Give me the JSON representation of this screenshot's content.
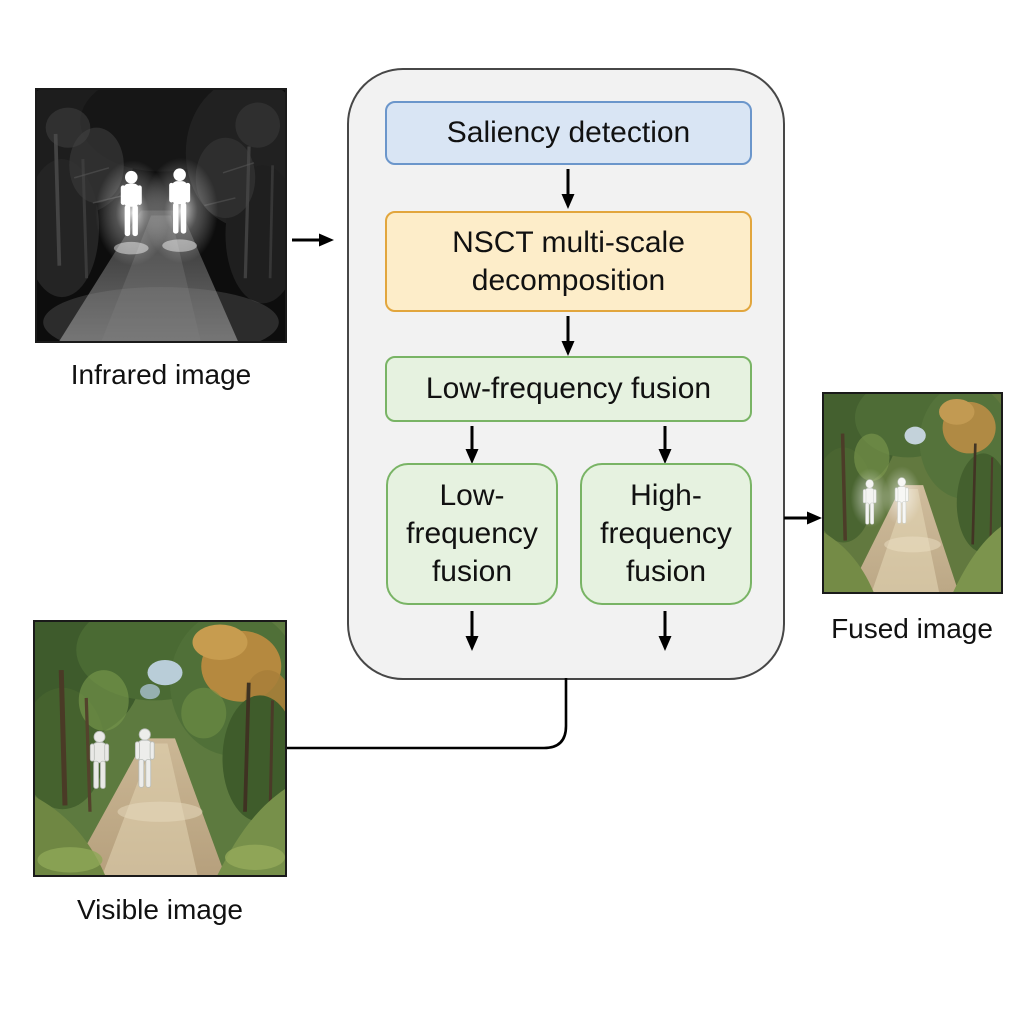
{
  "pipeline": {
    "boxes": {
      "saliency": "Saliency detection",
      "nsct": "NSCT multi-scale\ndecomposition",
      "lowfreq_wide": "Low-frequency fusion",
      "lowfreq_small": "Low-\nfrequency\nfusion",
      "highfreq_small": "High-\nfrequency\nfusion"
    }
  },
  "captions": {
    "infrared": "Infrared image",
    "visible": "Visible image",
    "fused": "Fused image"
  },
  "colors": {
    "saliency_fill": "#d9e5f4",
    "saliency_border": "#6b96cb",
    "nsct_fill": "#fdedc9",
    "nsct_border": "#e2a63d",
    "green_fill": "#e6f2e0",
    "green_border": "#79b465",
    "container_fill": "#f2f2f2",
    "container_border": "#474747",
    "arrow": "#000000",
    "text": "#111111"
  }
}
